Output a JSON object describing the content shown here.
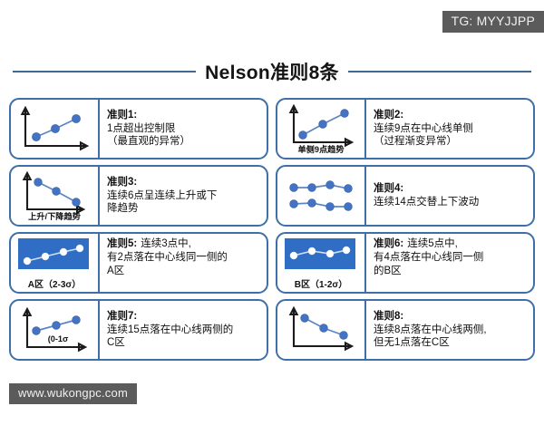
{
  "page": {
    "title": "Nelson准则8条",
    "background": "#ffffff",
    "accent_line_color": "#41688f",
    "card_border_color": "#3f6fa8",
    "dot_color": "#4472c4",
    "zone_fill_color": "#2f6ec4"
  },
  "watermarks": {
    "telegram": "TG: MYYJJPP",
    "website": "www.wukongpc.com"
  },
  "rules": [
    {
      "name": "准则1:",
      "lines": [
        "1点超出控制限",
        "（最直观的异常）"
      ],
      "layout": "stacked",
      "chart": {
        "type": "scatter-line-up",
        "caption": "",
        "points": 3,
        "style": "axes"
      }
    },
    {
      "name": "准则2:",
      "lines": [
        "连续9点在中心线单侧",
        "（过程渐变异常）"
      ],
      "layout": "stacked",
      "chart": {
        "type": "scatter-line-up-steep",
        "caption": "单侧9点趋势",
        "points": 3,
        "style": "axes"
      }
    },
    {
      "name": "准则3:",
      "lines": [
        "连续6点呈连续上升或下",
        "降趋势"
      ],
      "layout": "stacked",
      "chart": {
        "type": "scatter-line-down",
        "caption": "上升/下降趋势",
        "points": 3,
        "style": "axes"
      }
    },
    {
      "name": "准则4:",
      "lines": [
        "连续14点交替上下波动"
      ],
      "layout": "stacked",
      "chart": {
        "type": "two-flat-rows",
        "caption": "",
        "points": 8,
        "style": "plain"
      }
    },
    {
      "name": "准则5:",
      "lines": [
        "连续3点中,",
        "有2点落在中心线同一侧的",
        "A区"
      ],
      "layout": "inline",
      "chart": {
        "type": "zone-band-up",
        "caption": "A区（2-3σ）",
        "points": 4,
        "style": "zone"
      }
    },
    {
      "name": "准则6:",
      "lines": [
        "连续5点中,",
        "有4点落在中心线同一侧",
        "的B区"
      ],
      "layout": "inline",
      "chart": {
        "type": "zone-band-flat",
        "caption": "B区（1-2σ）",
        "points": 4,
        "style": "zone"
      }
    },
    {
      "name": "准则7:",
      "lines": [
        "连续15点落在中心线两侧的",
        "C区"
      ],
      "layout": "stacked",
      "chart": {
        "type": "scatter-line-up-shallow",
        "caption": "(0-1σ",
        "points": 3,
        "style": "axes"
      }
    },
    {
      "name": "准则8:",
      "lines": [
        "连续8点落在中心线两侧,",
        "但无1点落在C区"
      ],
      "layout": "stacked",
      "chart": {
        "type": "scatter-line-down-curve",
        "caption": "",
        "points": 3,
        "style": "axes"
      }
    }
  ]
}
